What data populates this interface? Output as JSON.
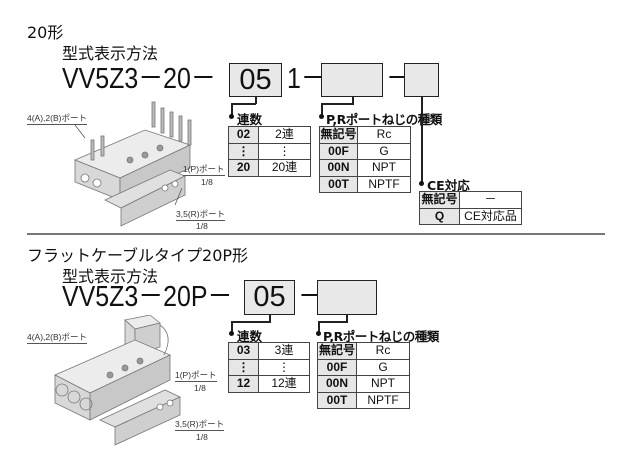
{
  "section1": {
    "title": "20形",
    "subtitle": "型式表示方法",
    "code_prefix": "VV5Z3－20－",
    "box_value": "05",
    "code_mid": "1－",
    "code_sep": "－",
    "stations_label": "連数",
    "stations_table": [
      [
        "02",
        "2連"
      ],
      [
        "⋮",
        "⋮"
      ],
      [
        "20",
        "20連"
      ]
    ],
    "thread_label": "P,Rポートねじの種類",
    "thread_table": [
      [
        "無記号",
        "Rc"
      ],
      [
        "00F",
        "G"
      ],
      [
        "00N",
        "NPT"
      ],
      [
        "00T",
        "NPTF"
      ]
    ],
    "ce_label": "CE対応",
    "ce_table": [
      [
        "無記号",
        "－"
      ],
      [
        "Q",
        "CE対応品"
      ]
    ],
    "port_ab": "4(A),2(B)ポート",
    "port_p": "1(P)ポート",
    "port_p_size": "1/8",
    "port_r": "3,5(R)ポート",
    "port_r_size": "1/8"
  },
  "section2": {
    "title": "フラットケーブルタイプ20P形",
    "subtitle": "型式表示方法",
    "code_prefix": "VV5Z3－20P－",
    "box_value": "05",
    "code_sep": "－",
    "stations_label": "連数",
    "stations_table": [
      [
        "03",
        "3連"
      ],
      [
        "⋮",
        "⋮"
      ],
      [
        "12",
        "12連"
      ]
    ],
    "thread_label": "P,Rポートねじの種類",
    "thread_table": [
      [
        "無記号",
        "Rc"
      ],
      [
        "00F",
        "G"
      ],
      [
        "00N",
        "NPT"
      ],
      [
        "00T",
        "NPTF"
      ]
    ],
    "port_ab": "4(A),2(B)ポート",
    "port_p": "1(P)ポート",
    "port_p_size": "1/8",
    "port_r": "3,5(R)ポート",
    "port_r_size": "1/8"
  }
}
